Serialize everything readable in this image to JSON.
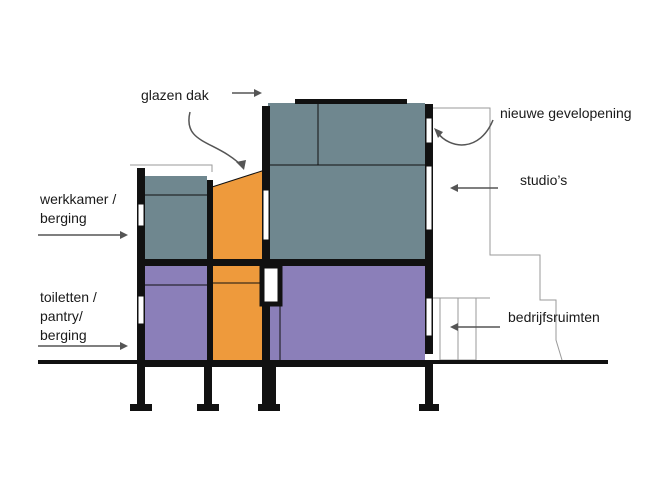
{
  "labels": {
    "glazen_dak": "glazen dak",
    "nieuwe_gevelopening": "nieuwe gevelopening",
    "studios": "studio’s",
    "werkkamer_line1": "werkkamer /",
    "werkkamer_line2": "berging",
    "toiletten_line1": "toiletten /",
    "toiletten_line2": "pantry/",
    "toiletten_line3": "berging",
    "bedrijfsruimten": "bedrijfsruimten"
  },
  "colors": {
    "grey_blue": "#6f878f",
    "purple": "#8b7fb9",
    "orange": "#ee9a3c",
    "structure": "#111111",
    "arrow": "#555555",
    "outline": "#9a9a9a"
  }
}
